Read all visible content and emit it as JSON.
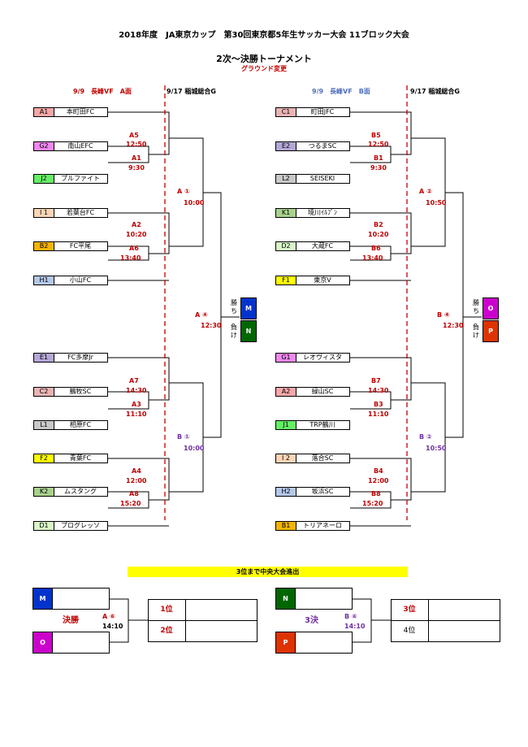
{
  "header": {
    "title": "2018年度　JA東京カップ　第30回東京都5年生サッカー大会 11ブロック大会",
    "subtitle": "2次～決勝トーナメント",
    "note": "グラウンド変更"
  },
  "schedule": {
    "left_day1": "9/9　長峰VF　A面",
    "left_day2": "9/17 稲城総合G",
    "right_day1": "9/9　長峰VF　B面",
    "right_day2": "9/17 稲城総合G"
  },
  "colors": {
    "A": "#f4a7a7",
    "B": "#f4b400",
    "C": "#e8b4b4",
    "D": "#d8f5c8",
    "E": "#b4a7d6",
    "F": "#ffff00",
    "G": "#ee88ee",
    "H": "#b4c7e7",
    "I": "#fbd5b5",
    "J": "#66ee66",
    "K": "#a9d18e",
    "L": "#c8c8c8",
    "M": "#0033cc",
    "N": "#006600",
    "O": "#cc00cc",
    "P": "#dd3300"
  },
  "left": {
    "teams": [
      {
        "code": "A1",
        "name": "本町田FC"
      },
      {
        "code": "G2",
        "name": "南山EFC"
      },
      {
        "code": "J2",
        "name": "プルファイト"
      },
      {
        "code": "I 1",
        "name": "若葉台FC"
      },
      {
        "code": "B2",
        "name": "FC平尾"
      },
      {
        "code": "H1",
        "name": "小山FC"
      },
      {
        "code": "E1",
        "name": "FC多摩Jr"
      },
      {
        "code": "C2",
        "name": "鶴牧SC"
      },
      {
        "code": "L1",
        "name": "相原FC"
      },
      {
        "code": "F2",
        "name": "青葉FC"
      },
      {
        "code": "K2",
        "name": "ムスタング"
      },
      {
        "code": "D1",
        "name": "プログレッソ"
      }
    ],
    "matches": {
      "a5": "A5",
      "a5_time": "12:50",
      "a1": "A1",
      "a1_time": "9:30",
      "a2": "A2",
      "a2_time": "10:20",
      "a6": "A6",
      "a6_time": "13:40",
      "a7": "A7",
      "a7_time": "14:30",
      "a3": "A3",
      "a3_time": "11:10",
      "a4": "A4",
      "a4_time": "12:00",
      "a8": "A8",
      "a8_time": "15:20",
      "r1": "A ①",
      "r1_time": "10:00",
      "r2": "B ①",
      "r2_time": "10:00",
      "final": "A ④",
      "final_time": "12:30"
    },
    "win_label": "勝ち",
    "lose_label": "負け",
    "win_code": "M",
    "lose_code": "N"
  },
  "right": {
    "teams": [
      {
        "code": "C1",
        "name": "町田JFC"
      },
      {
        "code": "E2",
        "name": "つるまSC"
      },
      {
        "code": "L2",
        "name": "SEISEKI"
      },
      {
        "code": "K1",
        "name": "境川ｲﾙﾌﾞﾝ"
      },
      {
        "code": "D2",
        "name": "大蔵FC"
      },
      {
        "code": "F1",
        "name": "東京V"
      },
      {
        "code": "G1",
        "name": "レオヴィスタ"
      },
      {
        "code": "A2",
        "name": "緑山SC"
      },
      {
        "code": "J1",
        "name": "TRP鶴川"
      },
      {
        "code": "I 2",
        "name": "落合SC"
      },
      {
        "code": "H2",
        "name": "坂浜SC"
      },
      {
        "code": "B1",
        "name": "トリアネーロ"
      }
    ],
    "matches": {
      "a5": "B5",
      "a5_time": "12:50",
      "a1": "B1",
      "a1_time": "9:30",
      "a2": "B2",
      "a2_time": "10:20",
      "a6": "B6",
      "a6_time": "13:40",
      "a7": "B7",
      "a7_time": "14:30",
      "a3": "B3",
      "a3_time": "11:10",
      "a4": "B4",
      "a4_time": "12:00",
      "a8": "B8",
      "a8_time": "15:20",
      "r1": "A ②",
      "r1_time": "10:50",
      "r2": "B ②",
      "r2_time": "10:50",
      "final": "B ④",
      "final_time": "12:30"
    },
    "win_label": "勝ち",
    "lose_label": "負け",
    "win_code": "O",
    "lose_code": "P"
  },
  "finals": {
    "banner": "3位まで中央大会進出",
    "final_label": "決勝",
    "final_match": "A ⑥",
    "final_time": "14:10",
    "final_top": "M",
    "final_bottom": "O",
    "first": "1位",
    "second": "2位",
    "third_label": "3決",
    "third_match": "B ⑥",
    "third_time": "14:10",
    "third_top": "N",
    "third_bottom": "P",
    "third": "3位",
    "fourth": "4位"
  }
}
